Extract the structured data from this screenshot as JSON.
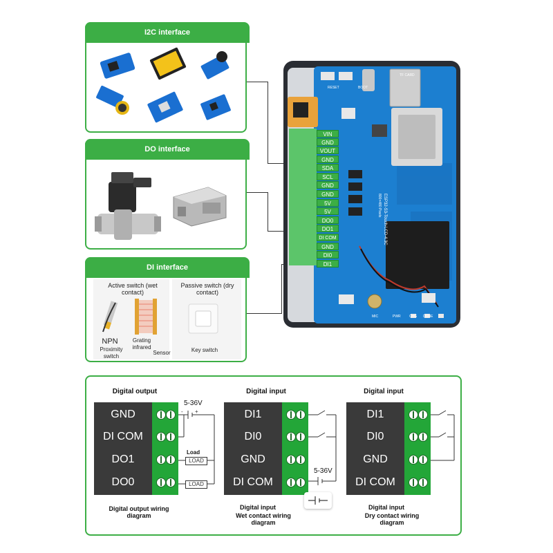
{
  "panels": {
    "i2c": {
      "title": "I2C interface"
    },
    "do": {
      "title": "DO interface"
    },
    "di": {
      "title": "DI interface",
      "active_label": "Active switch (wet contact)",
      "passive_label": "Passive switch (dry contact)",
      "npn_label": "NPN",
      "proximity_label": "Proximity switch",
      "grating_label": "Grating infrared",
      "sensor_label": "Sensor",
      "key_label": "Key switch"
    }
  },
  "board": {
    "pins": [
      "VIN",
      "GND",
      "VOUT",
      "GND",
      "SDA",
      "SCL",
      "GND",
      "GND",
      "5V",
      "5V",
      "DO0",
      "DO1",
      "DI COM",
      "GND",
      "DI0",
      "DI1"
    ],
    "tf_card": "TF CARD",
    "boot": "BOOT",
    "reset": "RESET",
    "model_text": "ESP32-S3-Touch-LCD-4.3C",
    "resolution_text": "800×480 Pixels",
    "mic_label": "MIC",
    "pwr_label": "PWR",
    "chg_label": "CHG",
    "done_label": "DONE"
  },
  "wiring": {
    "output": {
      "title": "Digital output",
      "rows": [
        "GND",
        "DI COM",
        "DO1",
        "DO0"
      ],
      "voltage": "5-36V",
      "load_title": "Load",
      "load_label": "LOAD",
      "caption": "Digital output wiring diagram"
    },
    "wet": {
      "title": "Digital input",
      "rows": [
        "DI1",
        "DI0",
        "GND",
        "DI COM"
      ],
      "voltage": "5-36V",
      "caption_title": "Digital input",
      "caption": "Wet contact wiring diagram"
    },
    "dry": {
      "title": "Digital input",
      "rows": [
        "DI1",
        "DI0",
        "GND",
        "DI COM"
      ],
      "caption_title": "Digital input",
      "caption": "Dry contact wiring diagram"
    }
  },
  "colors": {
    "accent": "#3cae45",
    "board_blue": "#1c7fd0",
    "terminal_green": "#23a638",
    "terminal_label": "#3a3a3a"
  }
}
